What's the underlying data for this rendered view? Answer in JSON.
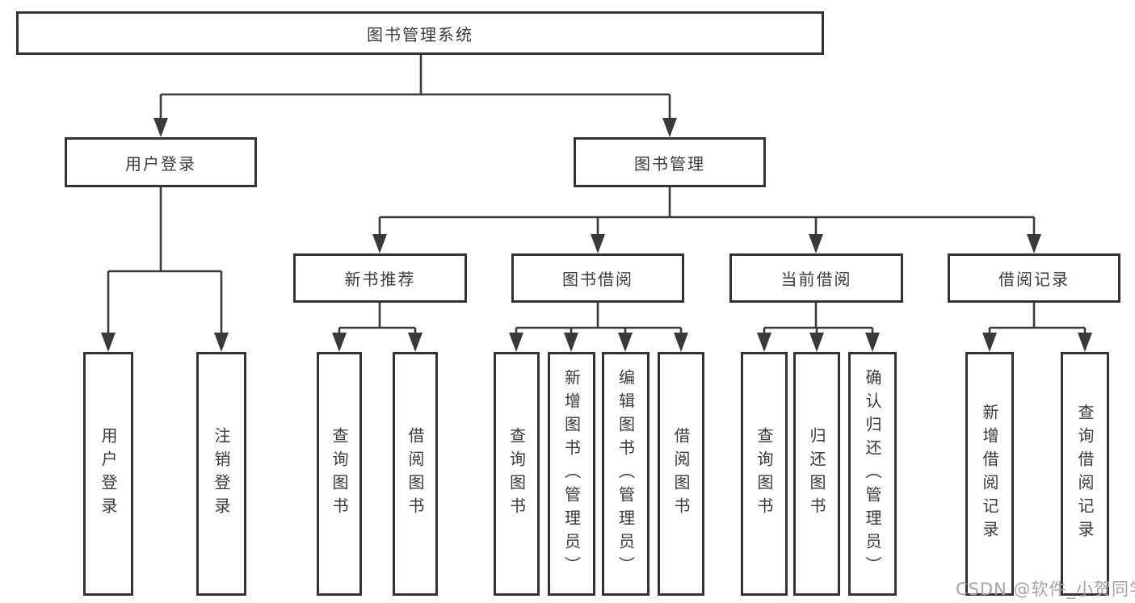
{
  "diagram": {
    "kind": "functional-structure-tree",
    "line_color": "#3a3a3a",
    "box_border_color": "#333333",
    "watermark": "CSDN @软件_小贺同学",
    "tree": {
      "label": "图书管理系统",
      "children": [
        {
          "label": "用户登录",
          "children": [
            {
              "label": "用户登录"
            },
            {
              "label": "注销登录"
            }
          ]
        },
        {
          "label": "图书管理",
          "children": [
            {
              "label": "新书推荐",
              "children": [
                {
                  "label": "查询图书"
                },
                {
                  "label": "借阅图书"
                }
              ]
            },
            {
              "label": "图书借阅",
              "children": [
                {
                  "label": "查询图书"
                },
                {
                  "label": "新增图书（管理员）"
                },
                {
                  "label": "编辑图书（管理员）"
                },
                {
                  "label": "借阅图书"
                }
              ]
            },
            {
              "label": "当前借阅",
              "children": [
                {
                  "label": "查询图书"
                },
                {
                  "label": "归还图书"
                },
                {
                  "label": "确认归还（管理员）"
                }
              ]
            },
            {
              "label": "借阅记录",
              "children": [
                {
                  "label": "新增借阅记录"
                },
                {
                  "label": "查询借阅记录"
                }
              ]
            }
          ]
        }
      ]
    }
  }
}
